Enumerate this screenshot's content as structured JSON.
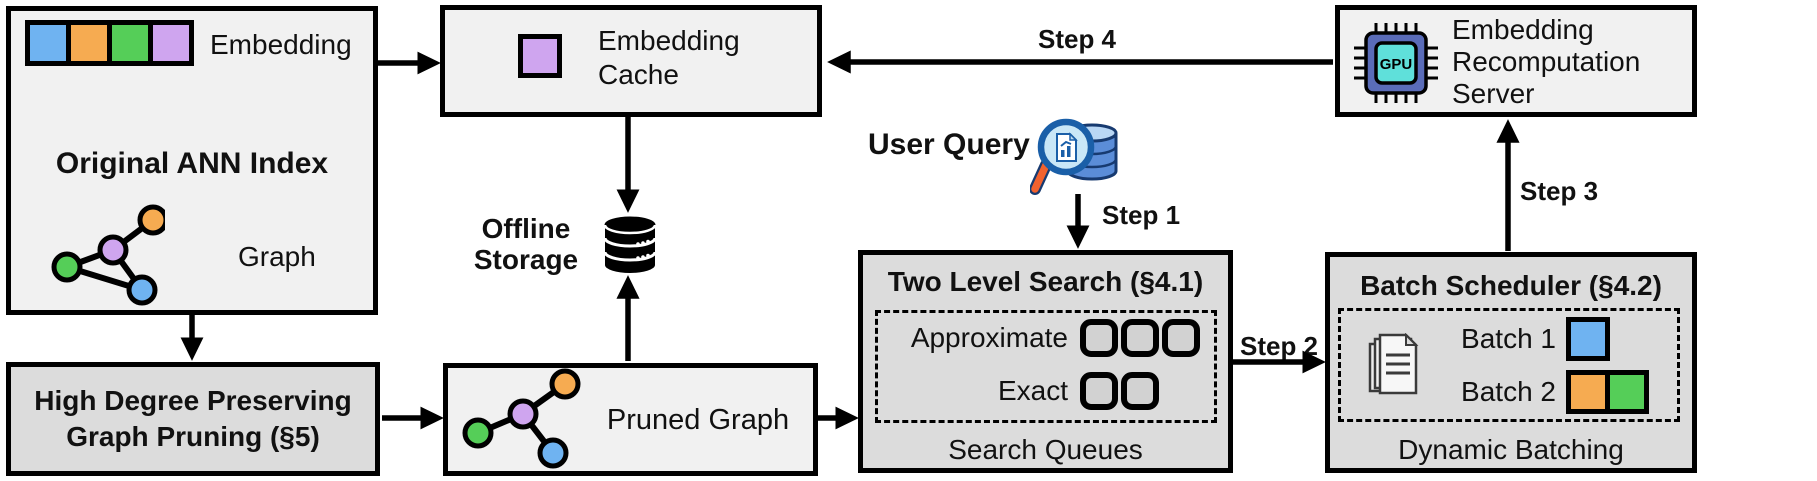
{
  "boxes": {
    "original_ann_index": {
      "title": "Original ANN Index",
      "embedding_label": "Embedding",
      "graph_label": "Graph"
    },
    "high_degree_pruning": {
      "title": "High Degree Preserving Graph Pruning (§5)"
    },
    "embedding_cache": {
      "title": "Embedding Cache"
    },
    "offline_storage": {
      "label": "Offline Storage"
    },
    "pruned_graph": {
      "label": "Pruned Graph"
    },
    "user_query": {
      "label": "User Query"
    },
    "two_level_search": {
      "title": "Two Level Search (§4.1)",
      "row_approximate": "Approximate",
      "row_exact": "Exact",
      "approximate_queues": 3,
      "exact_queues": 2,
      "footer": "Search Queues"
    },
    "batch_scheduler": {
      "title": "Batch Scheduler (§4.2)",
      "batch1_label": "Batch 1",
      "batch2_label": "Batch 2",
      "footer": "Dynamic Batching"
    },
    "recomputation_server": {
      "title": "Embedding Recomputation Server",
      "chip_label": "GPU"
    }
  },
  "step_labels": {
    "step1": "Step 1",
    "step2": "Step 2",
    "step3": "Step 3",
    "step4": "Step 4"
  },
  "icons": {
    "embedding_vector": "embedding-vector-icon",
    "graph": "graph-icon",
    "pruned_graph": "pruned-graph-icon",
    "cached_embedding": "cached-embedding-icon",
    "database": "database-icon",
    "query_search": "search-database-icon",
    "documents": "documents-icon",
    "gpu_chip": "gpu-chip-icon",
    "batch1_squares": "batch1-embedding-icon",
    "batch2_squares": "batch2-embedding-icon"
  },
  "colors": {
    "blue": "#6fb3f1",
    "orange": "#f6ab51",
    "green": "#55ce58",
    "purple": "#cfa5ef",
    "box_light": "#f1f1f1",
    "box_dark": "#dcdcdc",
    "queue_fill": "#d2d2d2",
    "chip_body": "#5a6cb8",
    "chip_screen": "#5fe0da",
    "magnifier_rim": "#1a5fa8",
    "magnifier_handle": "#f2622e",
    "db_blue": "#5b8dd8"
  }
}
